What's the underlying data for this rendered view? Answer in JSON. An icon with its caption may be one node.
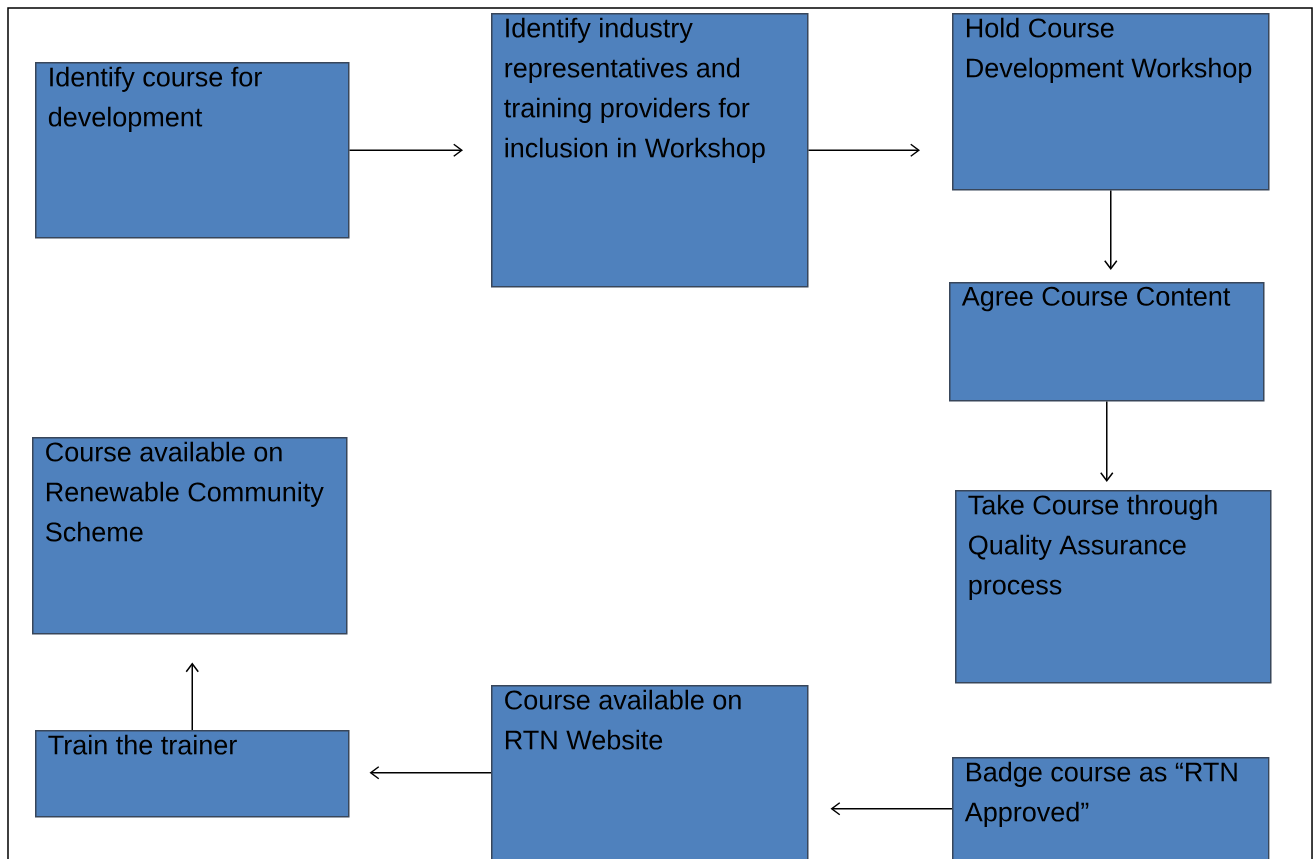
{
  "diagram": {
    "nodes": [
      {
        "text": [
          "Identify course for development"
        ]
      },
      {
        "text": [
          "Identify industry representatives and training providers for inclusion in Workshop"
        ]
      },
      {
        "text": [
          "Hold Course Development Workshop"
        ]
      },
      {
        "text": [
          "Agree Course Content"
        ]
      },
      {
        "text": [
          "Course available on Renewable Community Scheme"
        ]
      },
      {
        "text": [
          "Take Course through Quality Assurance process"
        ]
      },
      {
        "text": [
          "Train the trainer"
        ]
      },
      {
        "text": [
          "Course available on RTN Website"
        ]
      },
      {
        "text": [
          "Badge course as “RTN Approved”"
        ]
      }
    ],
    "edges": [
      {
        "from": 0,
        "to": 1,
        "arrow": "to"
      },
      {
        "from": 1,
        "to": 2,
        "arrow": "to"
      },
      {
        "from": 2,
        "to": 3,
        "arrow": "to"
      },
      {
        "from": 3,
        "to": 5,
        "arrow": "to"
      },
      {
        "from": 8,
        "to": 7,
        "arrow": "to"
      },
      {
        "from": 7,
        "to": 6,
        "arrow": "to"
      },
      {
        "from": 6,
        "to": 4,
        "arrow": "to"
      }
    ]
  }
}
